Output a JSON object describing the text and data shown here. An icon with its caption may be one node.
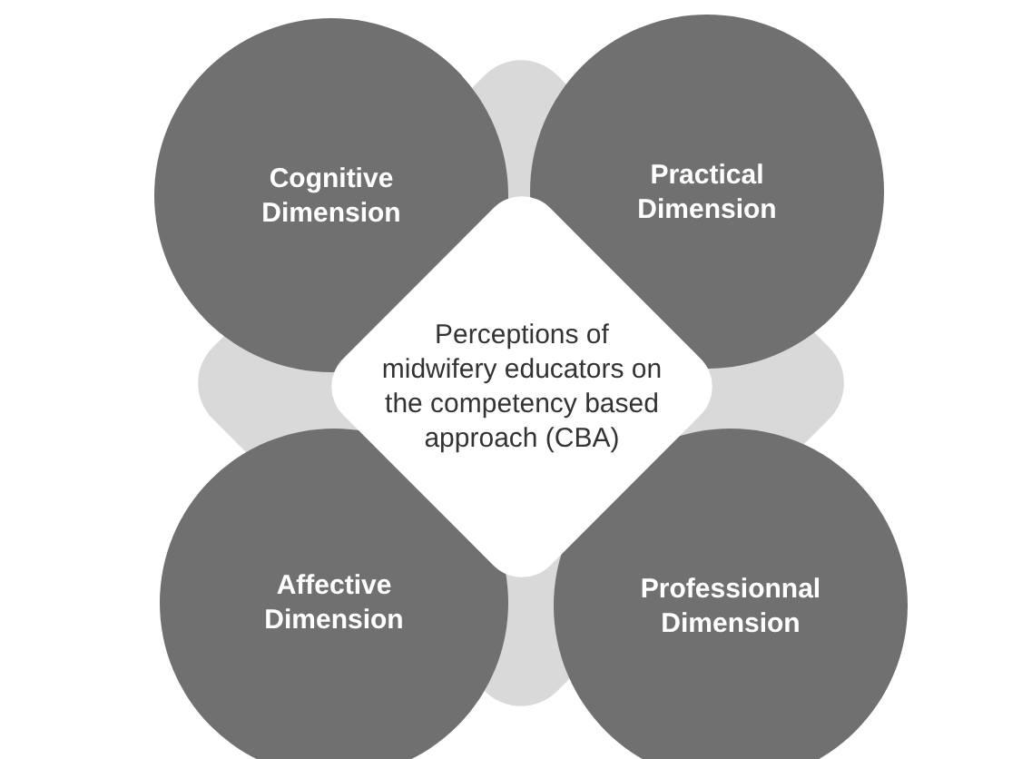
{
  "diagram": {
    "nodes": [
      {
        "text": [
          "Cognitive Dimension"
        ]
      },
      {
        "text": [
          "Practical Dimension"
        ]
      },
      {
        "text": [
          "Perceptions of midwifery educators on the competency based approach (CBA)"
        ]
      },
      {
        "text": [
          "Affective Dimension"
        ]
      },
      {
        "text": [
          "Professionnal Dimension"
        ]
      }
    ]
  }
}
